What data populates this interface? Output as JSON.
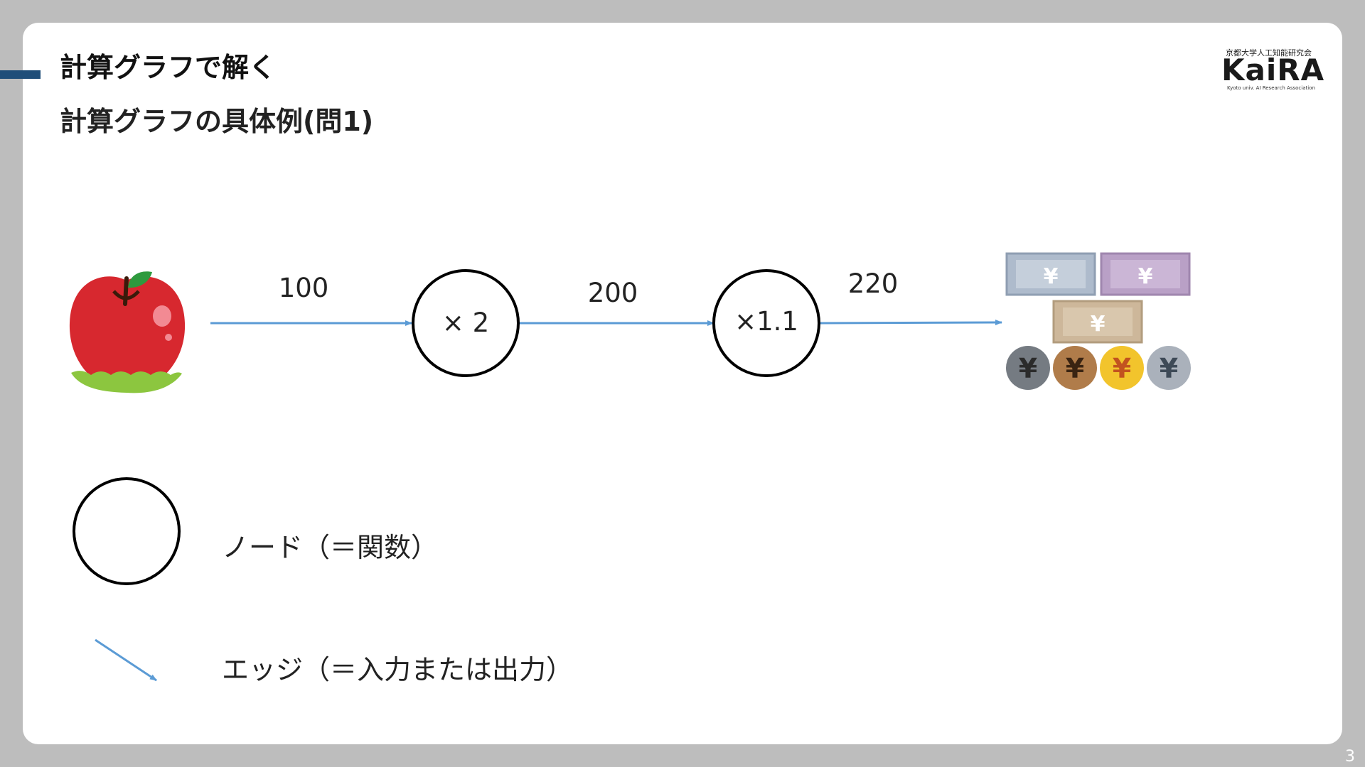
{
  "slide": {
    "title": "計算グラフで解く",
    "subtitle": "計算グラフの具体例(問1)",
    "page_number": "3"
  },
  "logo": {
    "top_text": "京都大学人工知能研究会",
    "main_text": "KaiRA",
    "sub_text": "Kyoto univ. AI Research Association"
  },
  "graph": {
    "edges": [
      {
        "label": "100"
      },
      {
        "label": "200"
      },
      {
        "label": "220"
      }
    ],
    "nodes": [
      {
        "label": "× 2"
      },
      {
        "label": "×1.1"
      }
    ],
    "input_icon": "apple-icon",
    "output_icon": "money-icon",
    "edge_color": "#5b9bd5"
  },
  "legend": {
    "node_label": "ノード（＝関数）",
    "edge_label": "エッジ（＝入力または出力）"
  }
}
